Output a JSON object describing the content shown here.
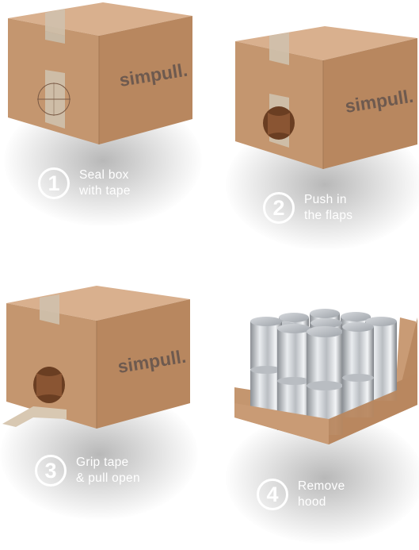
{
  "brand": "simpull.",
  "colors": {
    "cardboard_front": "#c99b75",
    "cardboard_side": "#b8875f",
    "cardboard_top": "#d9b08e",
    "tape": "#cfc1ad",
    "logo": "#6e5a4f",
    "text": "#ffffff"
  },
  "steps": [
    {
      "number": "1",
      "lines": [
        "Seal box",
        "with tape"
      ]
    },
    {
      "number": "2",
      "lines": [
        "Push in",
        "the flaps"
      ]
    },
    {
      "number": "3",
      "lines": [
        "Grip tape",
        "& pull open"
      ]
    },
    {
      "number": "4",
      "lines": [
        "Remove",
        "hood"
      ]
    }
  ]
}
